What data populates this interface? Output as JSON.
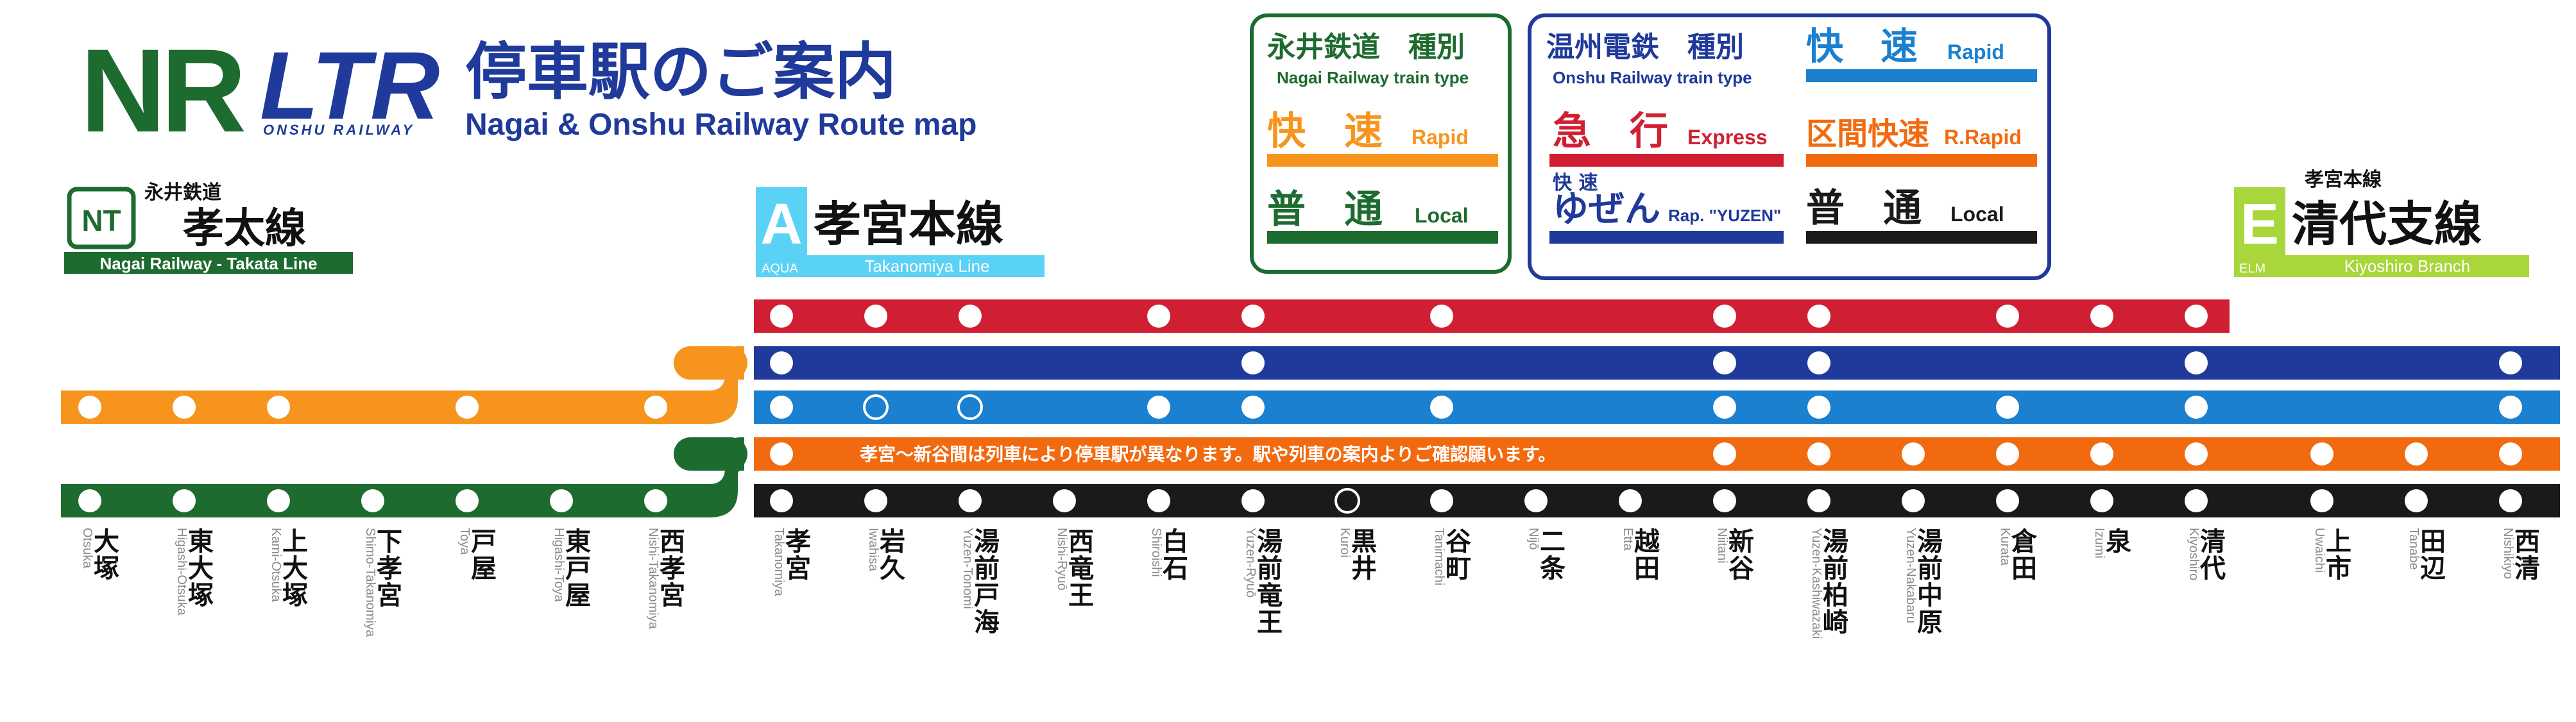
{
  "header": {
    "logo_nr": "NR",
    "logo_ltr": "LTR",
    "logo_ltr_sub": "ONSHU RAILWAY",
    "title_jp": "停車駅のご案内",
    "title_en": "Nagai & Onshu Railway Route map"
  },
  "legend_nagai": {
    "title_jp": "永井鉄道　種別",
    "title_en": "Nagai Railway train type",
    "items": [
      {
        "jp": "快　速",
        "en": "Rapid",
        "color": "#f7941d"
      },
      {
        "jp": "普　通",
        "en": "Local",
        "color": "#1e6b2f"
      }
    ]
  },
  "legend_onshu": {
    "title_jp": "温州電鉄　種別",
    "title_en": "Onshu Railway train type",
    "items": [
      {
        "jp": "快　速",
        "en": "Rapid",
        "color": "#1a80cf"
      },
      {
        "jp": "急　行",
        "en": "Express",
        "color": "#d01f33"
      },
      {
        "jp": "区間快速",
        "en": "R.Rapid",
        "color": "#f26a10"
      },
      {
        "jp_small": "快 速",
        "jp": "ゆぜん",
        "en": "Rap. \"YUZEN\"",
        "color": "#1f3a9a"
      },
      {
        "jp": "普　通",
        "en": "Local",
        "color": "#1a1a1a"
      }
    ]
  },
  "lines": {
    "takata": {
      "badge": "NT",
      "operator": "永井鉄道",
      "name": "孝太線",
      "en": "Nagai Railway - Takata Line",
      "color": "#1e6b2f"
    },
    "takanomiya": {
      "badge": "A",
      "badge_sub": "AQUA",
      "name": "孝宮本線",
      "en": "Takanomiya Line",
      "color": "#5ad2f5"
    },
    "kiyoshiro": {
      "badge": "E",
      "badge_sub": "ELM",
      "operator": "孝宮本線",
      "name": "清代支線",
      "en": "Kiyoshiro Branch",
      "color": "#a9d63a"
    }
  },
  "notice": "孝宮～新谷間は列車により停車駅が異なります。駅や列車の案内よりご確認願います。",
  "stations": [
    {
      "jp": "大塚",
      "en": "Otsuka"
    },
    {
      "jp": "東大塚",
      "en": "Higashi-Otsuka"
    },
    {
      "jp": "上大塚",
      "en": "Kami-Otsuka"
    },
    {
      "jp": "下孝宮",
      "en": "Shimo-Takanomiya"
    },
    {
      "jp": "戸屋",
      "en": "Toya"
    },
    {
      "jp": "東戸屋",
      "en": "Higashi-Toya"
    },
    {
      "jp": "西孝宮",
      "en": "Nishi-Takanomiya"
    },
    {
      "jp": "孝宮",
      "en": "Takanomiya"
    },
    {
      "jp": "岩久",
      "en": "Iwahisa"
    },
    {
      "jp": "湯前戸海",
      "en": "Yuzen-Tonomi"
    },
    {
      "jp": "西竜王",
      "en": "Nishi-Ryuō"
    },
    {
      "jp": "白石",
      "en": "Shiroishi"
    },
    {
      "jp": "湯前竜王",
      "en": "Yuzen-Ryuō"
    },
    {
      "jp": "黒井",
      "en": "Kuroi"
    },
    {
      "jp": "谷町",
      "en": "Tanimachi"
    },
    {
      "jp": "二条",
      "en": "Nijō"
    },
    {
      "jp": "越田",
      "en": "Etta"
    },
    {
      "jp": "新谷",
      "en": "Niitani"
    },
    {
      "jp": "湯前柏崎",
      "en": "Yuzen-Kashiwazaki"
    },
    {
      "jp": "湯前中原",
      "en": "Yuzen-Nakabaru"
    },
    {
      "jp": "倉田",
      "en": "Kurata"
    },
    {
      "jp": "泉",
      "en": "Izumi"
    },
    {
      "jp": "清代",
      "en": "Kiyoshiro"
    },
    {
      "jp": "上市",
      "en": "Uwaichi"
    },
    {
      "jp": "田辺",
      "en": "Tanabe"
    },
    {
      "jp": "西清",
      "en": "Nishikiyo"
    }
  ],
  "service_rows": [
    {
      "service": "Express",
      "color": "#d01f33",
      "stops": [
        7,
        8,
        9,
        11,
        12,
        14,
        17,
        18,
        20,
        21,
        22
      ],
      "ends_at": 22
    },
    {
      "service": "Rap. \"YUZEN\"",
      "color": "#1f3a9a",
      "stops": [
        7,
        12,
        17,
        18,
        22,
        25
      ]
    },
    {
      "service": "Rapid",
      "color": "#1a80cf",
      "stops": [
        7,
        11,
        12,
        14,
        17,
        18,
        20,
        22,
        25
      ],
      "pass_marks": [
        8,
        9
      ],
      "nagai_color": "#f7941d",
      "nagai_stops": [
        0,
        1,
        2,
        4,
        6
      ]
    },
    {
      "service": "R.Rapid",
      "color": "#f26a10",
      "stops": [
        7,
        17,
        18,
        19,
        20,
        21,
        22,
        23,
        24,
        25
      ]
    },
    {
      "service": "Local",
      "color": "#1a1a1a",
      "stops": [
        7,
        8,
        9,
        10,
        11,
        12,
        14,
        15,
        16,
        17,
        18,
        19,
        20,
        21,
        22,
        23,
        24,
        25
      ],
      "pass_marks": [
        13
      ],
      "nagai_color": "#1e6b2f",
      "nagai_stops": [
        0,
        1,
        2,
        3,
        4,
        5,
        6
      ]
    }
  ]
}
